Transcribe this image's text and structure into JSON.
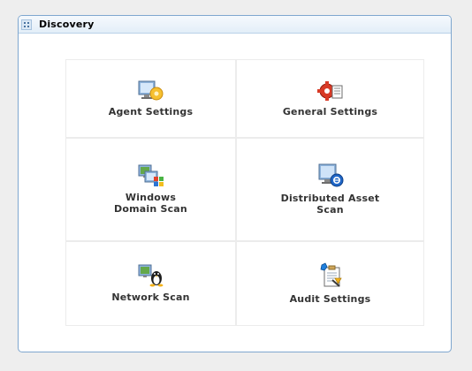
{
  "panel": {
    "title": "Discovery"
  },
  "tiles": [
    {
      "label": "Agent Settings",
      "icon": "agent-settings-icon"
    },
    {
      "label": "General Settings",
      "icon": "general-settings-icon"
    },
    {
      "label": "Windows\nDomain Scan",
      "icon": "windows-domain-scan-icon"
    },
    {
      "label": "Distributed Asset\nScan",
      "icon": "distributed-asset-scan-icon"
    },
    {
      "label": "Network Scan",
      "icon": "network-scan-icon"
    },
    {
      "label": "Audit Settings",
      "icon": "audit-settings-icon"
    }
  ]
}
